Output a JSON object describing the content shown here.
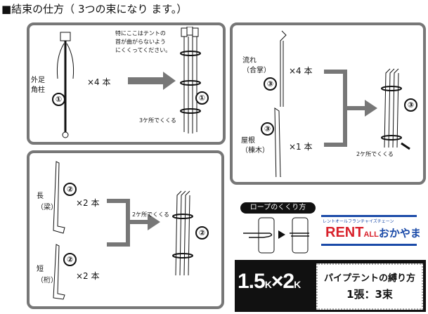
{
  "title": "■結束の仕方（ 3つの束になり ます。）",
  "panel1": {
    "label": "外足\n角柱",
    "badge": "①",
    "count": "×4 本",
    "note": "特にここはテントの\n首が曲がらないよう\nにくくってください。",
    "tie": "3ケ所でくくる",
    "result_badge": "①"
  },
  "panel2": {
    "items": [
      {
        "label": "長\n（梁）",
        "badge": "②",
        "count": "×2 本"
      },
      {
        "label": "短\n（桁）",
        "badge": "②",
        "count": "×2 本"
      }
    ],
    "tie": "2ケ所でくくる",
    "result_badge": "②"
  },
  "panel3": {
    "items": [
      {
        "label": "流れ\n（合掌）",
        "badge": "③",
        "count": "×4 本"
      },
      {
        "label": "屋根\n（棟木）",
        "badge": "③",
        "count": "×1 本"
      }
    ],
    "tie": "2ケ所でくくる",
    "result_badge": "③"
  },
  "rope": {
    "title": "ロープのくくり方"
  },
  "logo": {
    "tagline": "レントオールフランチャイズチェーン",
    "brand": "RENT",
    "brand_small": "ALL",
    "brand_jp": "おかやま",
    "colors": {
      "red": "#d8202a",
      "blue": "#1a4aa8"
    }
  },
  "spec": {
    "size": "1.5",
    "unit1": "K",
    "times": "×",
    "size2": "2",
    "unit2": "K",
    "line1": "パイプテントの縛り方",
    "line2": "1張：3束"
  }
}
